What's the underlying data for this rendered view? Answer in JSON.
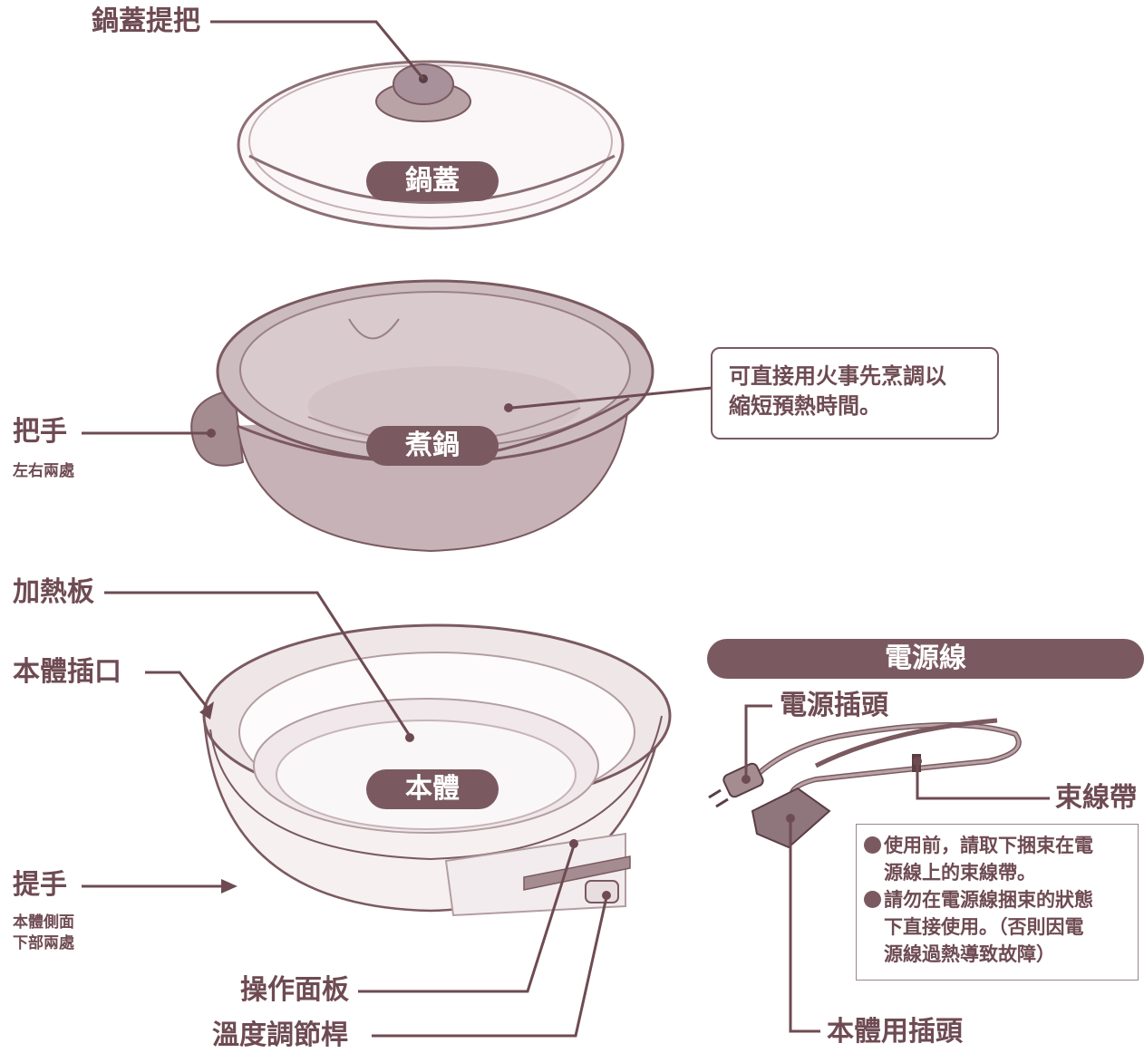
{
  "colors": {
    "ink": "#6e4b52",
    "pill_bg": "#7a5a60",
    "pill_text": "#ffffff",
    "pot_fill": "#c9b6b9",
    "base_fill": "#f6f0f1"
  },
  "parts": {
    "lid_handle": "鍋蓋提把",
    "lid": "鍋蓋",
    "handle": "把手",
    "handle_note": "左右兩處",
    "pot": "煮鍋",
    "pot_callout_line1": "可直接用火事先烹調以",
    "pot_callout_line2": "縮短預熱時間。",
    "heating_plate": "加熱板",
    "body_socket": "本體插口",
    "body": "本體",
    "grip": "提手",
    "grip_note_line1": "本體側面",
    "grip_note_line2": "下部兩處",
    "control_panel": "操作面板",
    "temp_lever": "溫度調節桿"
  },
  "cord": {
    "title": "電源線",
    "plug": "電源插頭",
    "tie": "束線帶",
    "appliance_plug": "本體用插頭",
    "note1_line1": "使用前，請取下捆束在電",
    "note1_line2": "源線上的束線帶。",
    "note2_line1": "請勿在電源線捆束的狀態",
    "note2_line2": "下直接使用。（否則因電",
    "note2_line3": "源線過熱導致故障）"
  }
}
